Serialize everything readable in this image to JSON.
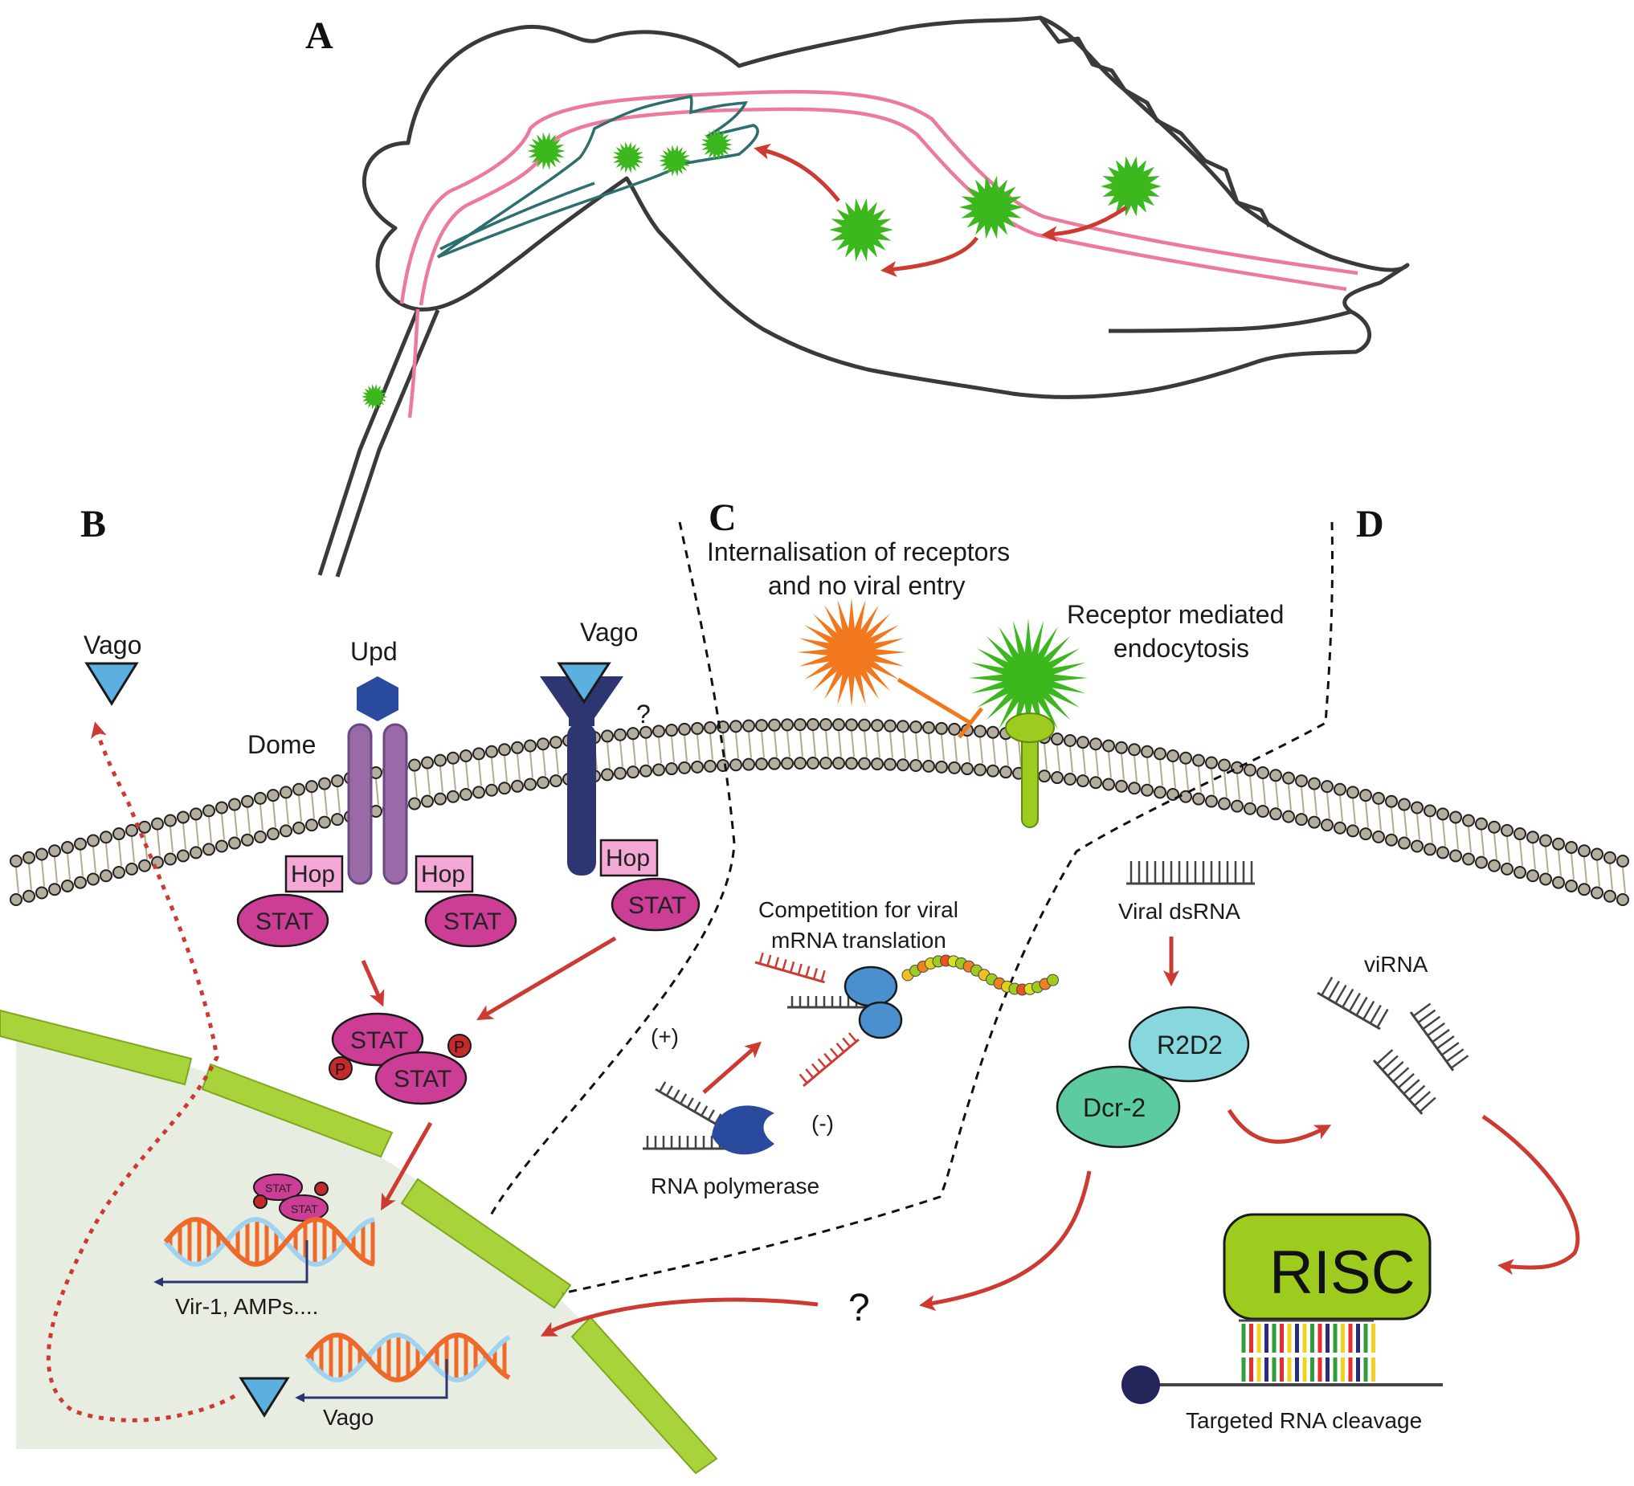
{
  "panels": {
    "a": "A",
    "b": "B",
    "c": "C",
    "d": "D"
  },
  "colors": {
    "gut_outline": "#3a3a3a",
    "trachea": "#ec7a9a",
    "salivary": "#2b6f6f",
    "virus_green": "#3cb81e",
    "virus_orange": "#f2781e",
    "arrow_red": "#cc3a32",
    "membrane_bead": "#b5ae9e",
    "dome": "#9a6aa8",
    "hop": "#f3a8d6",
    "stat": "#cc3d96",
    "receptor_navy": "#2d3670",
    "vago": "#5bb0e0",
    "upd": "#2a4a9e",
    "nucleus_fill": "#e8ede2",
    "nucleus_wall": "#a9d33a",
    "dna_orange": "#ef6a2a",
    "dna_blue": "#9fd3ef",
    "r2d2": "#86d8dc",
    "dcr2": "#5ccca0",
    "risc": "#9ecc1e"
  },
  "panel_b": {
    "vago_secreted": "Vago",
    "upd": "Upd",
    "dome": "Dome",
    "vago_receptor": "Vago",
    "unknown_receptor": "?",
    "hop": "Hop",
    "stat": "STAT",
    "phospho": "P",
    "gene_targets": "Vir-1, AMPs....",
    "vago_gene": "Vago"
  },
  "panel_c": {
    "internalisation_line1": "Internalisation of receptors",
    "internalisation_line2": "and no viral entry",
    "endocytosis_line1": "Receptor mediated",
    "endocytosis_line2": "endocytosis",
    "competition_line1": "Competition for viral",
    "competition_line2": "mRNA translation",
    "plus_strand": "(+)",
    "minus_strand": "(-)",
    "polymerase": "RNA polymerase"
  },
  "panel_d": {
    "dsrna": "Viral dsRNA",
    "virna": "viRNA",
    "r2d2": "R2D2",
    "dcr2": "Dcr-2",
    "risc": "RISC",
    "cleavage": "Targeted RNA cleavage",
    "unknown_link": "?"
  }
}
